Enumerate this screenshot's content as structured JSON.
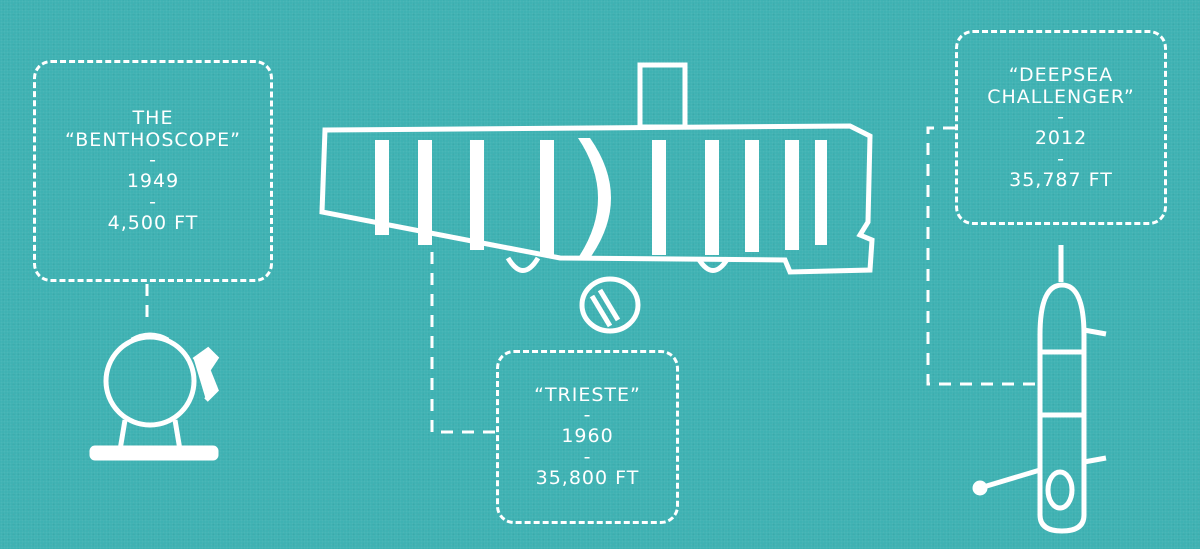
{
  "colors": {
    "background": "#3fb2b3",
    "line": "#ffffff"
  },
  "submersibles": [
    {
      "name_line1": "THE",
      "name_line2": "“BENTHOSCOPE”",
      "separator": "-",
      "year": "1949",
      "depth": "4,500  FT",
      "icon": "benthoscope-sphere-icon"
    },
    {
      "name_line1": "“TRIESTE”",
      "separator": "-",
      "year": "1960",
      "depth": "35,800  FT",
      "icon": "trieste-bathyscaphe-icon"
    },
    {
      "name_line1": "“DEEPSEA",
      "name_line2": "CHALLENGER”",
      "separator": "-",
      "year": "2012",
      "depth": "35,787  FT",
      "icon": "deepsea-challenger-icon"
    }
  ]
}
